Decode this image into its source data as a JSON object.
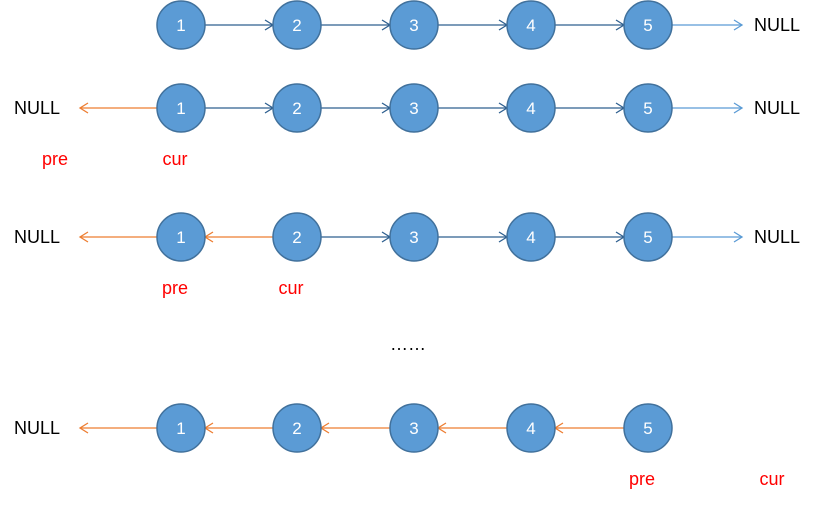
{
  "colors": {
    "node_fill": "#5b9bd5",
    "node_stroke": "#41719c",
    "node_text": "#ffffff",
    "forward_arrow": "#2e5f8f",
    "null_arrow": "#5b9bd5",
    "reverse_arrow": "#ed7d31",
    "pointer_text": "#ff0000",
    "plain_text": "#000000"
  },
  "null_label": "NULL",
  "ellipsis": "……",
  "rows": [
    {
      "nodes": [
        "1",
        "2",
        "3",
        "4",
        "5"
      ],
      "links": [
        "fwd",
        "fwd",
        "fwd",
        "fwd"
      ],
      "left_null": false,
      "right_null": true,
      "pointers": []
    },
    {
      "nodes": [
        "1",
        "2",
        "3",
        "4",
        "5"
      ],
      "links": [
        "fwd",
        "fwd",
        "fwd",
        "fwd"
      ],
      "left_null": true,
      "right_null": true,
      "pointers": [
        {
          "label": "pre",
          "slot": "null-left"
        },
        {
          "label": "cur",
          "slot": "1"
        }
      ]
    },
    {
      "nodes": [
        "1",
        "2",
        "3",
        "4",
        "5"
      ],
      "links": [
        "rev",
        "fwd",
        "fwd",
        "fwd"
      ],
      "left_null": true,
      "right_null": true,
      "pointers": [
        {
          "label": "pre",
          "slot": "1"
        },
        {
          "label": "cur",
          "slot": "2"
        }
      ]
    },
    {
      "nodes": [
        "1",
        "2",
        "3",
        "4",
        "5"
      ],
      "links": [
        "rev",
        "rev",
        "rev",
        "rev"
      ],
      "left_null": true,
      "right_null": false,
      "pointers": [
        {
          "label": "pre",
          "slot": "5"
        },
        {
          "label": "cur",
          "slot": "null-right"
        }
      ]
    }
  ]
}
